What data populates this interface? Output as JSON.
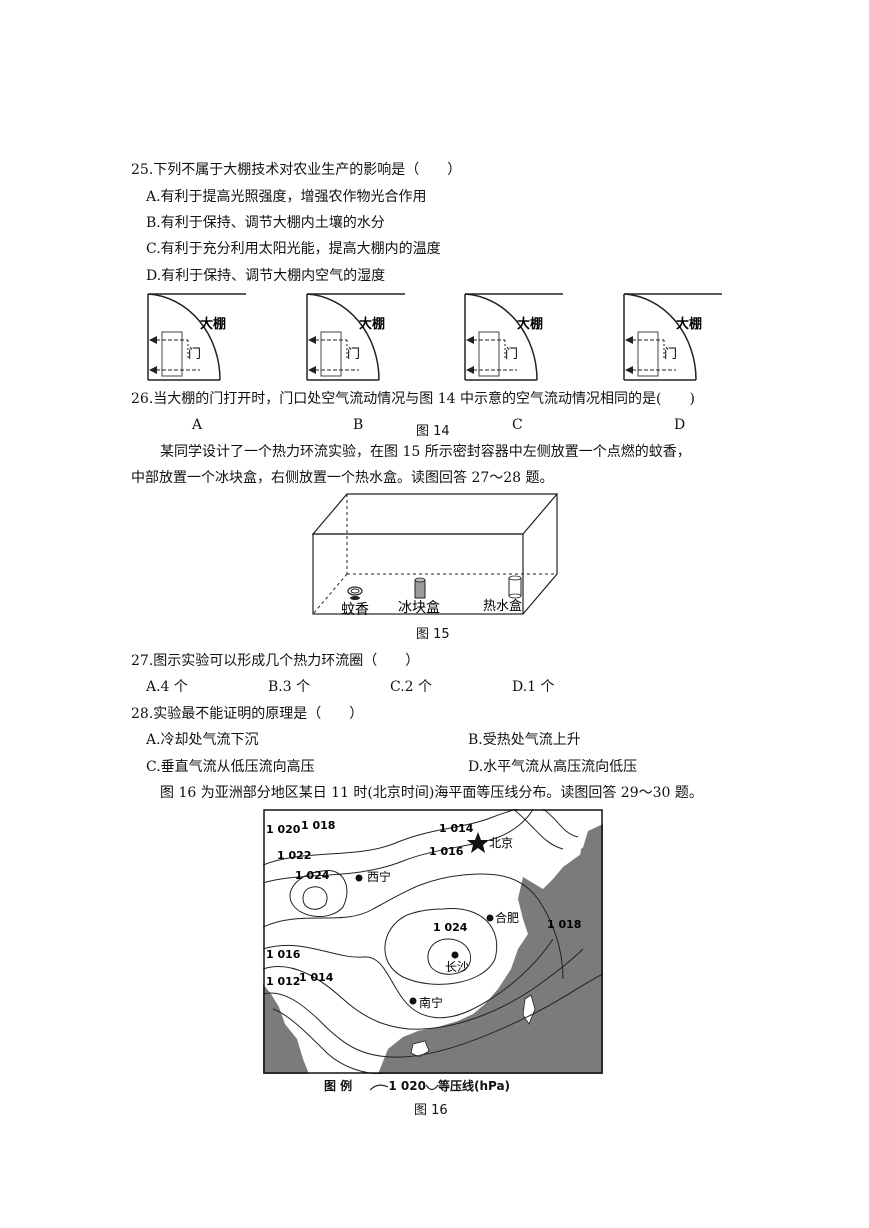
{
  "q25": {
    "stem": "25.下列不属于大棚技术对农业生产的影响是（　　）",
    "options": [
      "A.有利于提高光照强度，增强农作物光合作用",
      "B.有利于保持、调节大棚内土壤的水分",
      "C.有利于充分利用太阳光能，提高大棚内的温度",
      "D.有利于保持、调节大棚内空气的湿度"
    ]
  },
  "fig14": {
    "panel_label": "大棚",
    "door_label": "门",
    "choices": [
      "A",
      "B",
      "C",
      "D"
    ],
    "caption": "图 14"
  },
  "q26": {
    "stem": "26.当大棚的门打开时，门口处空气流动情况与图 14 中示意的空气流动情况相同的是(　　)"
  },
  "intro27": {
    "line1": "某同学设计了一个热力环流实验，在图 15 所示密封容器中左侧放置一个点燃的蚊香，",
    "line2": "中部放置一个冰块盒，右侧放置一个热水盒。读图回答 27～28 题。"
  },
  "fig15": {
    "labels": {
      "mosquito": "蚊香",
      "ice": "冰块盒",
      "hot": "热水盒"
    },
    "caption": "图 15"
  },
  "q27": {
    "stem": "27.图示实验可以形成几个热力环流圈（　　）",
    "options": [
      "A.4 个",
      "B.3 个",
      "C.2 个",
      "D.1 个"
    ]
  },
  "q28": {
    "stem": "28.实验最不能证明的原理是（　　）",
    "options": [
      "A.冷却处气流下沉",
      "B.受热处气流上升",
      "C.垂直气流从低压流向高压",
      "D.水平气流从高压流向低压"
    ]
  },
  "intro29": {
    "text": "图 16 为亚洲部分地区某日 11 时(北京时间)海平面等压线分布。读图回答 29～30 题。"
  },
  "fig16": {
    "cities": {
      "beijing": "北京",
      "xining": "西宁",
      "hefei": "合肥",
      "changsha": "长沙",
      "nanning": "南宁"
    },
    "isobars": {
      "i1020": "1 020",
      "i1018a": "1 018",
      "i1022": "1 022",
      "i1024a": "1 024",
      "i1014a": "1 014",
      "i1016a": "1 016",
      "i1024b": "1 024",
      "i1018b": "1 018",
      "i1016b": "1 016",
      "i1012": "1 012",
      "i1014b": "1 014"
    },
    "legend_title": "图 例",
    "legend_value": "1 020",
    "legend_text": "等压线(hPa)",
    "caption": "图 16",
    "land_color": "#7b7b7b"
  }
}
